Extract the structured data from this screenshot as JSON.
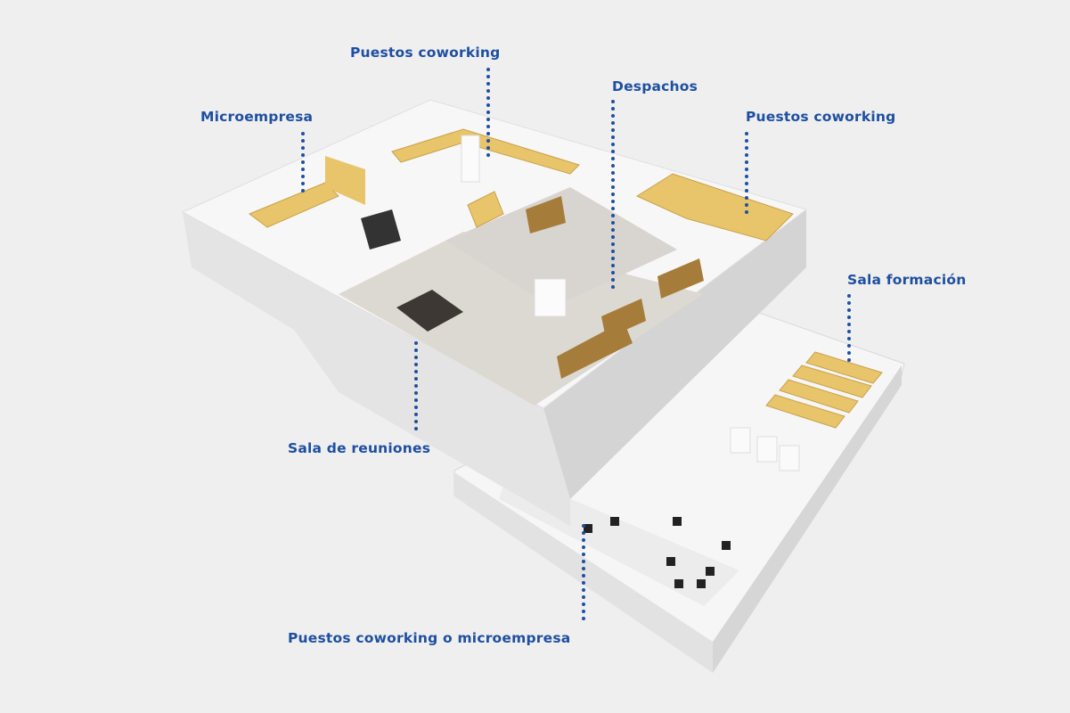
{
  "labels": {
    "coworking_top": "Puestos coworking",
    "microempresa": "Microempresa",
    "despachos": "Despachos",
    "coworking_right": "Puestos coworking",
    "sala_formacion": "Sala formación",
    "sala_reuniones": "Sala de reuniones",
    "coworking_micro": "Puestos coworking o microempresa"
  },
  "colors": {
    "label": "#1e4fa0",
    "background": "#efefef",
    "desk": "#e8c46a",
    "wood": "#a67c3a"
  }
}
